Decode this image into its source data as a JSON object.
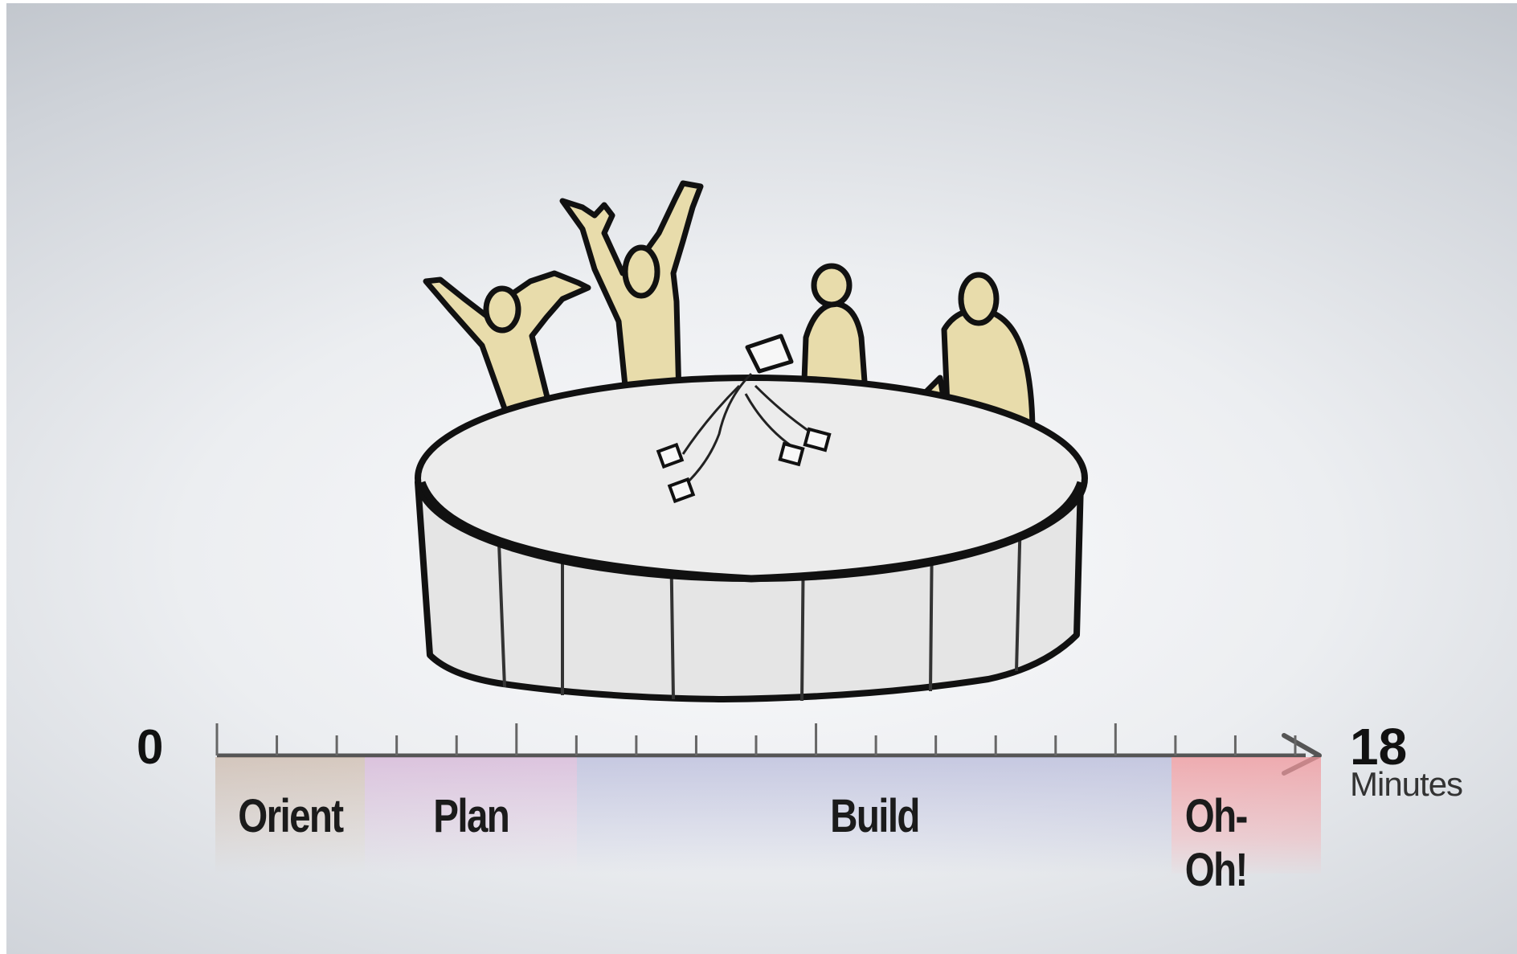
{
  "timeline": {
    "start_label": "0",
    "end_label": "18",
    "unit_label": "Minutes",
    "phases": [
      {
        "name": "Orient"
      },
      {
        "name": "Plan"
      },
      {
        "name": "Build"
      },
      {
        "name": "Oh-Oh!"
      }
    ]
  },
  "colors": {
    "figure_fill": "#e8dcab",
    "table_fill": "#e6e6e6",
    "outline": "#111111"
  }
}
